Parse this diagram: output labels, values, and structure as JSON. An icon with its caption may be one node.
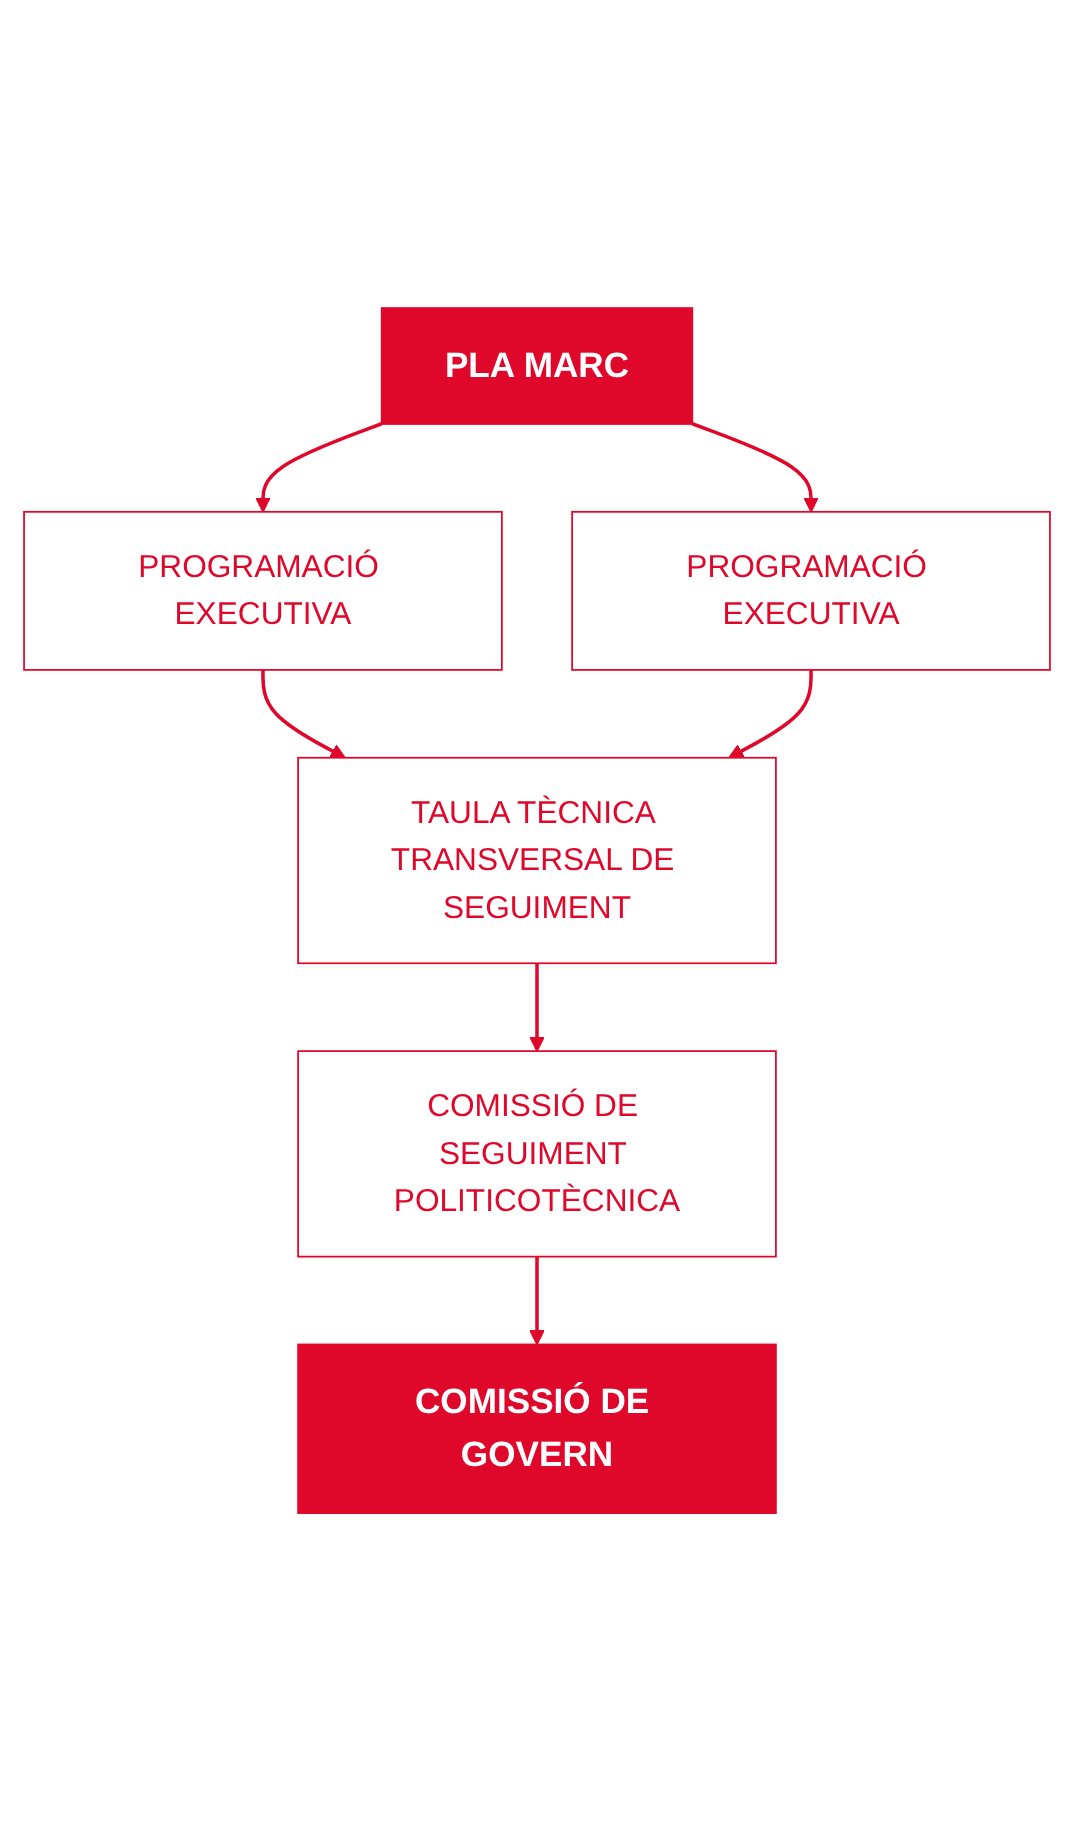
{
  "diagram": {
    "nodes": [
      {
        "text": [
          "PLA MARC"
        ]
      },
      {
        "text": [
          "PROGRAMACIÓ EXECUTIVA"
        ]
      },
      {
        "text": [
          "PROGRAMACIÓ EXECUTIVA"
        ]
      },
      {
        "text": [
          "TAULA TÈCNICA TRANSVERSAL DE SEGUIMENT"
        ]
      },
      {
        "text": [
          "COMISSIÓ DE SEGUIMENT POLITICOTÈCNICA"
        ]
      },
      {
        "text": [
          "COMISSIÓ DE GOVERN"
        ]
      }
    ],
    "edges": [
      {
        "from": 0,
        "to": 1,
        "arrow": "to"
      },
      {
        "from": 0,
        "to": 2,
        "arrow": "to"
      },
      {
        "from": 1,
        "to": 3,
        "arrow": "to"
      },
      {
        "from": 2,
        "to": 3,
        "arrow": "to"
      },
      {
        "from": 3,
        "to": 4,
        "arrow": "to"
      },
      {
        "from": 4,
        "to": 5,
        "arrow": "to"
      }
    ]
  }
}
